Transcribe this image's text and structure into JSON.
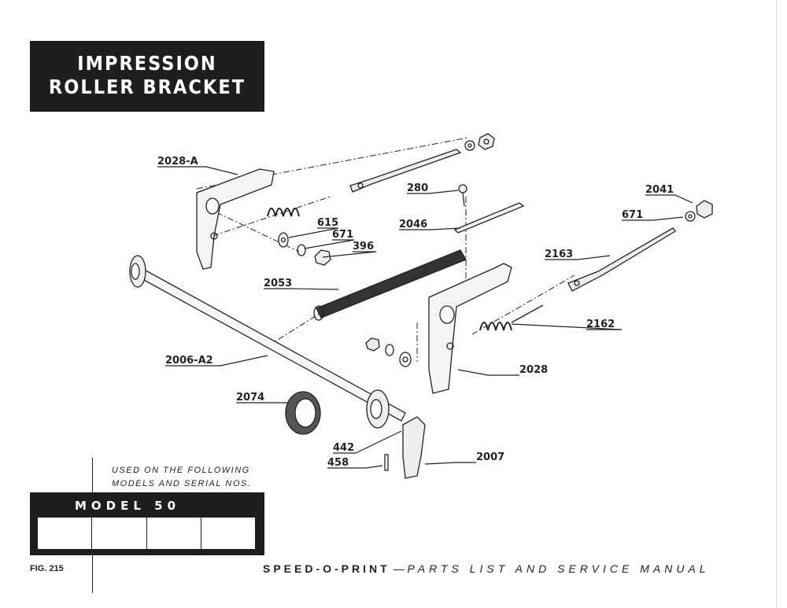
{
  "title": {
    "line1": "IMPRESSION",
    "line2": "ROLLER BRACKET"
  },
  "used_on": {
    "line1": "USED ON THE FOLLOWING",
    "line2": "MODELS AND SERIAL NOS."
  },
  "model": {
    "label": "MODEL 50",
    "serial_cells": [
      "",
      "",
      "",
      ""
    ]
  },
  "figure": "FIG. 215",
  "footer": {
    "brand": "SPEED-O-PRINT",
    "dash": " — ",
    "subtitle": "PARTS LIST AND SERVICE MANUAL"
  },
  "parts": [
    "2028-A",
    "280",
    "2041",
    "671",
    "615",
    "2046",
    "671",
    "396",
    "2163",
    "2053",
    "2162",
    "2006-A2",
    "2028",
    "2074",
    "442",
    "458",
    "2007"
  ]
}
